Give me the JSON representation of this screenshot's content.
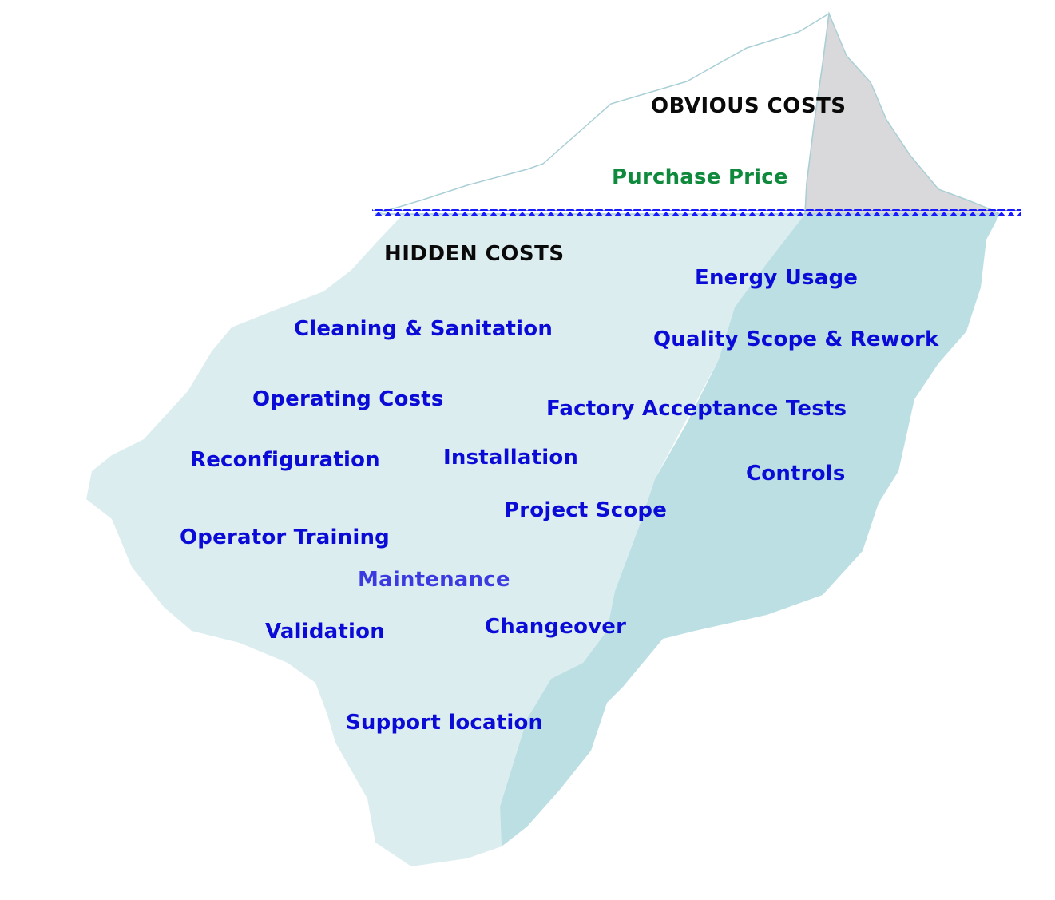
{
  "diagram": {
    "sections": {
      "obvious_heading": "OBVIOUS COSTS",
      "hidden_heading": "HIDDEN COSTS"
    },
    "obvious_costs": {
      "purchase_price": "Purchase Price"
    },
    "hidden_costs": {
      "energy_usage": "Energy Usage",
      "cleaning_sanitation": "Cleaning & Sanitation",
      "quality_scope_rework": "Quality Scope & Rework",
      "operating_costs": "Operating Costs",
      "factory_acceptance_tests": "Factory Acceptance Tests",
      "reconfiguration": "Reconfiguration",
      "installation": "Installation",
      "controls": "Controls",
      "project_scope": "Project Scope",
      "operator_training": "Operator Training",
      "maintenance": "Maintenance",
      "validation": "Validation",
      "changeover": "Changeover",
      "support_location": "Support location"
    },
    "colors": {
      "hidden_text": "#0b0bd8",
      "obvious_item_text": "#0f8a3c",
      "heading_text": "#0a0a0a",
      "water_light": "#dcedf0",
      "water_dark": "#bcdfe3",
      "ice_shadow": "#d9d8da",
      "waterline": "#1a1aff"
    }
  }
}
